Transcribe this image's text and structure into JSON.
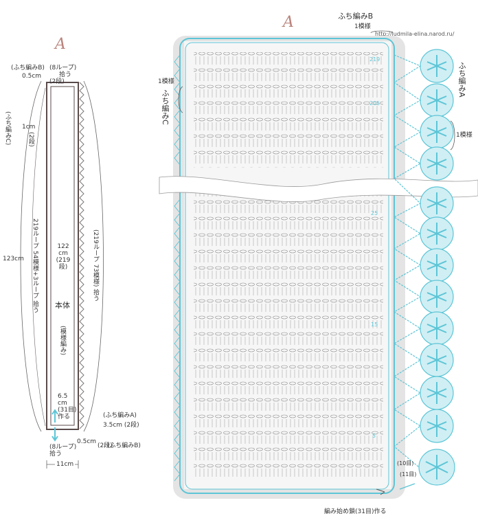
{
  "colors": {
    "accent": "#5cc5d6",
    "outline": "#5a4a4a",
    "panel": "#e4e4e4"
  },
  "watermark": "A",
  "url": "http://ludmila-elina.narod.ru/",
  "left": {
    "top_label_1": "(ふち編みB)",
    "top_label_2": "(8ループ)",
    "top_label_3": "拾う",
    "half_cm": "0.5cm",
    "two_rows": "(2段)",
    "edge_c": "(ふち編みC)",
    "one_cm": "1cm",
    "two_rows_b": "(2段)",
    "total_cm": "123cm",
    "left_pick": "219ループ 54模様+3ループ 拾う",
    "body_cm": "122 cm (219段)",
    "body_label": "本体",
    "body_pattern": "(模様編み)",
    "right_pick": "(219ループ 73模様) 拾う",
    "bottom_cm": "6.5 cm (31目) 作る",
    "edge_a": "(ふち編みA)",
    "three_half": "3.5cm (2段)",
    "half_cm_b": "0.5cm",
    "two_rows_c": "(2段)",
    "edge_b": "(ふち編みB)",
    "bottom_pick": "(8ループ) 拾う",
    "width_cm": "11cm"
  },
  "right": {
    "edge_b": "ふち編みB",
    "one_motif_top": "1模様",
    "one_motif_left": "1模様",
    "edge_c": "ふち編みC",
    "edge_a": "ふち編みA",
    "one_motif_right": "1模様",
    "ten_st": "(10目)",
    "eleven_st": "(11目)",
    "start_chain": "編み始め鎖(31目)作る",
    "row_marks": [
      "219",
      "205",
      "25",
      "15",
      "5"
    ]
  }
}
